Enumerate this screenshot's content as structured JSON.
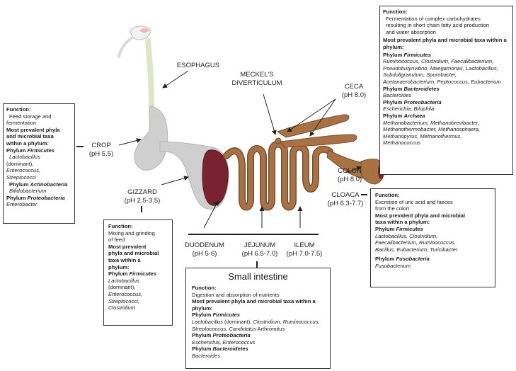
{
  "colors": {
    "gut": "#a87245",
    "gut_dark": "#7a4e2c",
    "crop_grey": "#c9c9c9",
    "gizzard_red": "#7a2330",
    "line": "#222222"
  },
  "labels": {
    "esophagus": "ESOPHAGUS",
    "meckels_1": "MECKEL'S",
    "meckels_2": "DIVERTICULUM",
    "ceca_1": "CECA",
    "ceca_2": "(pH  8.0)",
    "crop_1": "CROP",
    "crop_2": "(pH 5.5)",
    "gizzard_1": "GIZZARD",
    "gizzard_2": "(pH  2.5-3.5)",
    "colon_1": "COLON",
    "colon_2": "(pH  8.0)",
    "cloaca_1": "CLOACA",
    "cloaca_2": "(pH  6.3-7.7)",
    "duodenum_1": "DUODENUM",
    "duodenum_2": "(pH  5-6)",
    "jejunum_1": "JEJUNUM",
    "jejunum_2": "(pH  6.5-7.0)",
    "ileum_1": "ILEUM",
    "ileum_2": "(pH  7.0-7.5)"
  },
  "ceca_box": {
    "function_title": "Function:",
    "function_1": "Fermentation of complex carbohydrates",
    "function_2": "resulting  in short chain fatty acid production",
    "function_3": "and water absorption",
    "taxa_title": "Most prevalent phyla and microbial taxa within a phylum:",
    "p1_pre": "Phylum ",
    "p1_name": "Firmicutes",
    "p1_1": "Ruminococcus, Clostridium, Faecalibacterium,",
    "p1_2": "Pseudobutyrivibrio, Maegamonas, Lactobacillus,",
    "p1_3": "Subdoligranulum, Sporobacter,",
    "p1_4": "Acetanaerobacterium, Peptococcus, Eubacterium",
    "p2_pre": "Phylum ",
    "p2_name": "Bacteroidetes",
    "p2_1": "Bacteroides",
    "p3_pre": "Phylum ",
    "p3_name": "Proteobacteria",
    "p3_1": "Escherichia, Bilophila",
    "p4_pre": "Phylum ",
    "p4_name": "Archaea",
    "p4_1": "Methanobacterium, Methanobrevibacter,",
    "p4_2": "Methanothermobacter, Methanosphaera,",
    "p4_3": "Methanopyrus, Methanothermus,",
    "p4_4": "Methanococcus"
  },
  "crop_box": {
    "function_title": "Function:",
    "function_1": "Feed storage and",
    "function_2": "fermentation",
    "taxa_1": "Most prevalent phyla",
    "taxa_2": "and microbial taxa",
    "taxa_3": "within a phylum:",
    "p1_pre": "Phylum ",
    "p1_name": "Firmicutes",
    "p1_1a": "Lactobacillus",
    "p1_1b": "(dominant),",
    "p1_2": "Enterococcus,",
    "p1_3": "Streptococci",
    "p2_pre": "Phylum ",
    "p2_name": "Actinobacteria",
    "p2_1": "Bifidobacterium",
    "p3_pre": "Phylum ",
    "p3_name": "Proteobacteria",
    "p3_1": "Enterobacter"
  },
  "gizzard_box": {
    "function_title": "Function:",
    "function_1": "Mixing and grinding",
    "function_2": "of feed",
    "taxa_1": "Most prevalent",
    "taxa_2": "phyla and microbial",
    "taxa_3": "taxa within a",
    "taxa_4": "phylum:",
    "p1_pre": "Phylum ",
    "p1_name": "Firmicutes",
    "p1_1": "Lactobacillus",
    "p1_2": "(dominant),",
    "p1_3": "Enterococcus,",
    "p1_4": "Streptococci,",
    "p1_5": "Clostridium"
  },
  "small_box": {
    "title": "Small intestine",
    "function_title": "Function:",
    "function_1": "Digestion and absorption of nutrients",
    "taxa_1": "Most prevalent phyla and microbial taxa within a",
    "taxa_2": "phylum:",
    "p1_pre": "Phylum ",
    "p1_name": "Firmicutes",
    "p1_1a": "Lactobacillus",
    "p1_1b": " (dominant), ",
    "p1_1c": "Clostridium, Ruminococcus,",
    "p1_2a": "Streptococcus, Candidatus",
    "p1_2b": " Arthromitus",
    "p2_pre": "Phylum ",
    "p2_name": "Proteobacteria",
    "p2_1": "Escherichia, Enterococcus",
    "p3_pre": "Phylum ",
    "p3_name": "Bacteroidetes",
    "p3_1": "Bacteroides"
  },
  "cloaca_box": {
    "function_title": "Function:",
    "function_1": "Excretion of uric acid and faeces",
    "function_2": "from the colon",
    "taxa_1": "Most prevalent phyla and microbial",
    "taxa_2": "taxa within a phylum:",
    "p1_pre": "Phylum ",
    "p1_name": "Firmicutes",
    "p1_1": "Lactobacillus, Clostridium,",
    "p1_2": "Faecalibacterium, Ruminococcus,",
    "p1_3": "Bacillus, Eubacterium, Turicibacter",
    "p2_pre": "Phylum ",
    "p2_name": "Fusobacteria",
    "p2_1": "Fusobacterium"
  }
}
